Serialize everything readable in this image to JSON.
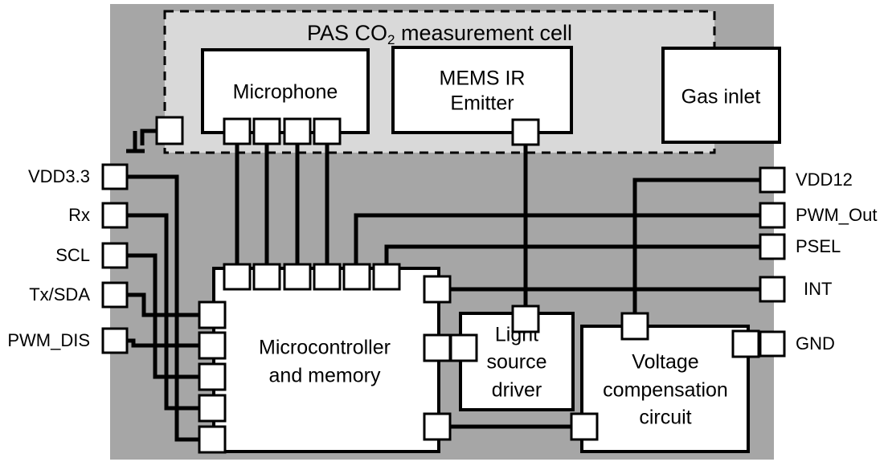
{
  "diagram": {
    "title_visible": false,
    "colors": {
      "outer_package": "#a6a6a6",
      "cell_fill": "#d9d9d9",
      "block_fill": "#ffffff",
      "pad_fill": "#ffffff",
      "stroke": "#000000",
      "background": "#ffffff"
    },
    "cell": {
      "title": "PAS CO",
      "title_subscript": "2",
      "title_suffix": " measurement cell"
    },
    "blocks": [
      {
        "id": "microphone",
        "label": "Microphone",
        "lines": [
          "Microphone"
        ]
      },
      {
        "id": "mems-ir-emitter",
        "label": "MEMS IR Emitter",
        "lines": [
          "MEMS IR",
          "Emitter"
        ]
      },
      {
        "id": "gas-inlet",
        "label": "Gas inlet",
        "lines": [
          "Gas inlet"
        ]
      },
      {
        "id": "microcontroller-and-memory",
        "label": "Microcontroller and memory",
        "lines": [
          "Microcontroller",
          "and memory"
        ]
      },
      {
        "id": "light-source-driver",
        "label": "Light source driver",
        "lines": [
          "Light",
          "source",
          "driver"
        ]
      },
      {
        "id": "voltage-compensation-circuit",
        "label": "Voltage compensation circuit",
        "lines": [
          "Voltage",
          "compensation",
          "circuit"
        ]
      }
    ],
    "pins_left": [
      {
        "id": "vdd33",
        "label": "VDD3.3"
      },
      {
        "id": "rx",
        "label": "Rx"
      },
      {
        "id": "scl",
        "label": "SCL"
      },
      {
        "id": "tx-sda",
        "label": "Tx/SDA"
      },
      {
        "id": "pwm-dis",
        "label": "PWM_DIS"
      }
    ],
    "pins_right": [
      {
        "id": "vdd12",
        "label": "VDD12"
      },
      {
        "id": "pwm-out",
        "label": "PWM_Out"
      },
      {
        "id": "psel",
        "label": "PSEL"
      },
      {
        "id": "int",
        "label": "INT"
      },
      {
        "id": "gnd",
        "label": "GND"
      }
    ],
    "symbols": [
      {
        "id": "ground-symbol",
        "name": "ground-symbol"
      }
    ]
  }
}
